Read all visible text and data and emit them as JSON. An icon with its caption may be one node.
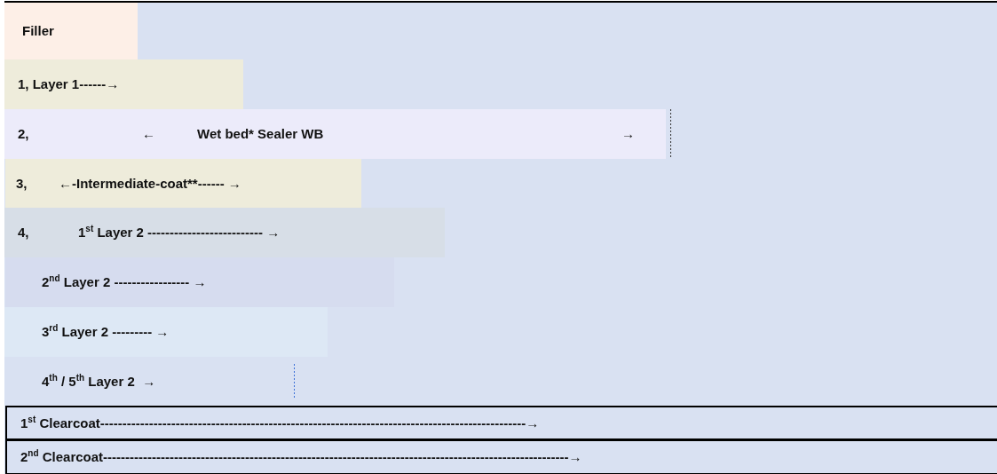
{
  "diagram": {
    "nodes": [
      {
        "text": [
          "Filler"
        ]
      },
      {
        "text": [
          "1, Layer 1------→"
        ]
      },
      {
        "text": [
          "2,",
          "←",
          "Wet bed* Sealer WB",
          "→"
        ]
      },
      {
        "text": [
          "3,",
          "←-Intermediate-coat**------ →"
        ]
      },
      {
        "text": [
          "4,",
          "1$^{st}$ Layer 2 -------------------------- →"
        ]
      },
      {
        "text": [
          "2$^{nd}$ Layer 2 ----------------- →"
        ]
      },
      {
        "text": [
          "3$^{rd}$ Layer 2 --------- →"
        ]
      },
      {
        "text": [
          "4$^{th}$ / 5$^{th}$ Layer 2  →"
        ]
      },
      {
        "text": [
          "1$^{st}$ Clearcoat------------------------------------------------------------------------------------------------→"
        ]
      },
      {
        "text": [
          "2$^{nd}$ Clearcoat---------------------------------------------------------------------------------------------------------→"
        ]
      }
    ]
  }
}
